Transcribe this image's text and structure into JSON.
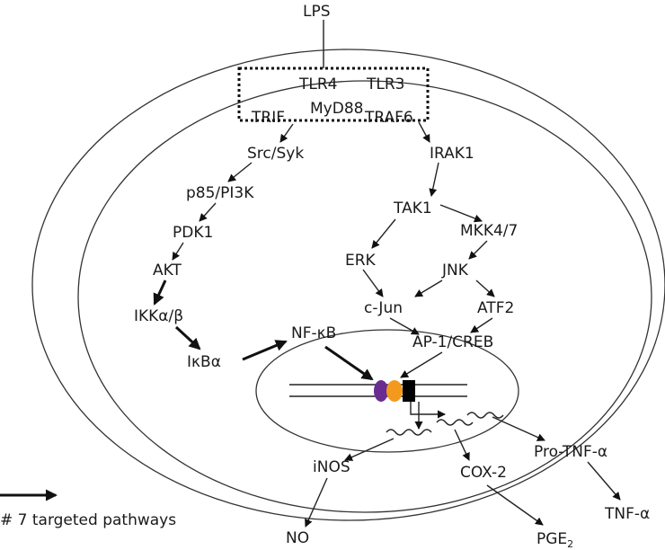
{
  "labels": {
    "lps": "LPS",
    "tlr4": "TLR4",
    "tlr3": "TLR3",
    "trif": "TRIF",
    "myd88": "MyD88",
    "traf6": "TRAF6",
    "src_syk": "Src/Syk",
    "irak1": "IRAK1",
    "p85_pi3k": "p85/PI3K",
    "tak1": "TAK1",
    "pdk1": "PDK1",
    "mkk47": "MKK4/7",
    "erk": "ERK",
    "akt": "AKT",
    "jnk": "JNK",
    "ikk": "IKKα/β",
    "cjun": "c-Jun",
    "atf2": "ATF2",
    "nfkb": "NF-κB",
    "ap1_creb": "AP-1/CREB",
    "ikba": "IκBα",
    "inos": "iNOS",
    "cox2": "COX-2",
    "pro_tnf": "Pro-TNF-α",
    "tnf": "TNF-α",
    "no": "NO",
    "pge2": "PGE",
    "pge2_sub": "2"
  },
  "legend": {
    "text": "# 7 targeted pathways"
  },
  "colors": {
    "purple_factor": "#6a2c91",
    "orange_factor": "#f39a1e",
    "black_factor": "#000000"
  }
}
